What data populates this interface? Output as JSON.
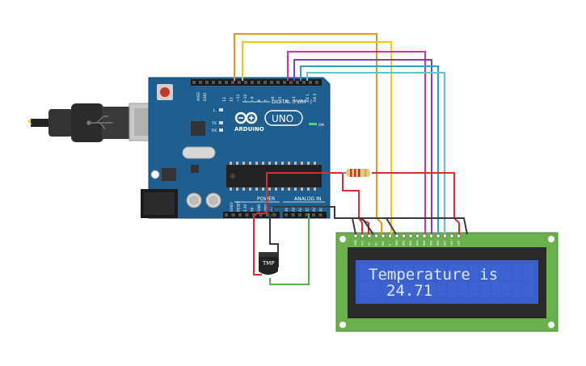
{
  "arduino": {
    "brand_text": "ARDUINO",
    "model_text": "UNO",
    "on_label": "ON",
    "tx_label": "TX",
    "rx_label": "RX",
    "l_label": "L",
    "digital_header": "DIGITAL (PWM~)",
    "power_header": "POWER",
    "analog_header": "ANALOG IN",
    "aref_label": "AREF",
    "gnd_label": "GND",
    "digital_pins": [
      "13",
      "12",
      "~11",
      "~10",
      "~9",
      "8",
      "7",
      "~6",
      "~5",
      "4",
      "~3",
      "2",
      "TX 1",
      "RX 0"
    ],
    "power_pins": [
      "IOREF",
      "RESET",
      "3.3V",
      "5V",
      "GND",
      "GND",
      "Vin"
    ],
    "analog_pins": [
      "A0",
      "A1",
      "A2",
      "A3",
      "A4",
      "A5"
    ]
  },
  "sensor": {
    "label": "TMP"
  },
  "lcd": {
    "line1": "Temperature is",
    "line2": "24.71",
    "pin_labels": [
      "GND",
      "VCC",
      "V0",
      "RS",
      "RW",
      "E",
      "DB0",
      "DB1",
      "DB2",
      "DB3",
      "DB4",
      "DB5",
      "DB6",
      "DB7",
      "LED+",
      "LED-"
    ]
  },
  "colors": {
    "board_blue": "#1f5f8f",
    "lcd_pcb": "#6ab04c",
    "lcd_screen": "#3a5fcd",
    "lcd_text": "#dce8ff",
    "wire_orange": "#e8961c",
    "wire_yellow": "#f2c811",
    "wire_magenta": "#c8379b",
    "wire_purple": "#7a43b6",
    "wire_blue": "#2fa0c9",
    "wire_cyan": "#62c4d3",
    "wire_red": "#d62f2f",
    "wire_green": "#4db84d",
    "wire_black": "#3a3a3a"
  }
}
